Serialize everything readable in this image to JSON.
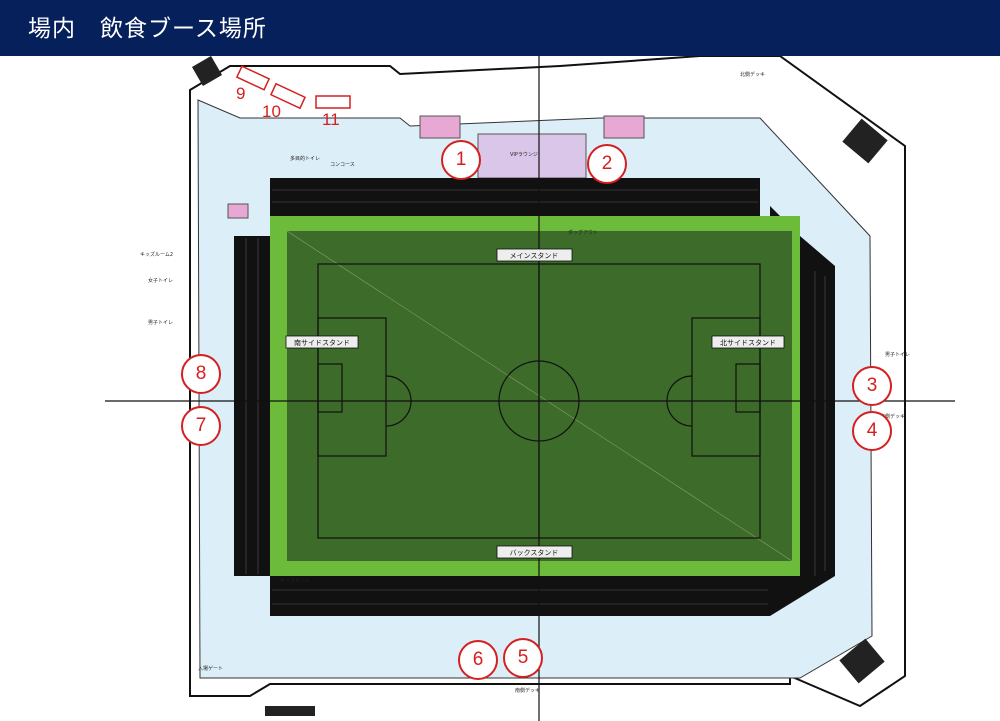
{
  "header": {
    "title": "場内　飲食ブース場所"
  },
  "colors": {
    "header_bg": "#06205c",
    "concourse": "#dceef8",
    "pitch": "#3c6b2a",
    "pitch_border": "#6dbb3a",
    "seating": "#111111",
    "booth_marker": "#d42020"
  },
  "map": {
    "stands": {
      "main": "メインスタンド",
      "back": "バックスタンド",
      "south_side": "南サイドスタンド",
      "north_side": "北サイドスタンド"
    },
    "booths": [
      {
        "number": "1"
      },
      {
        "number": "2"
      },
      {
        "number": "3"
      },
      {
        "number": "4"
      },
      {
        "number": "5"
      },
      {
        "number": "6"
      },
      {
        "number": "7"
      },
      {
        "number": "8"
      },
      {
        "number": "9"
      },
      {
        "number": "10"
      },
      {
        "number": "11"
      }
    ],
    "labels": {
      "concourse": "コンコース",
      "vip_lounge": "VIPラウンジ",
      "dugout": "ダッグアウト",
      "kids_room": "キッズルーム",
      "kids_room_2": "キッズルーム2",
      "mens_toilet": "男子トイレ",
      "womens_toilet": "女子トイレ",
      "multi_toilet": "多目的トイレ",
      "entry_gate": "入場ゲート",
      "north_deck": "北側デッキ",
      "south_deck": "南側デッキ",
      "east_deck": "東側デッキ"
    }
  }
}
